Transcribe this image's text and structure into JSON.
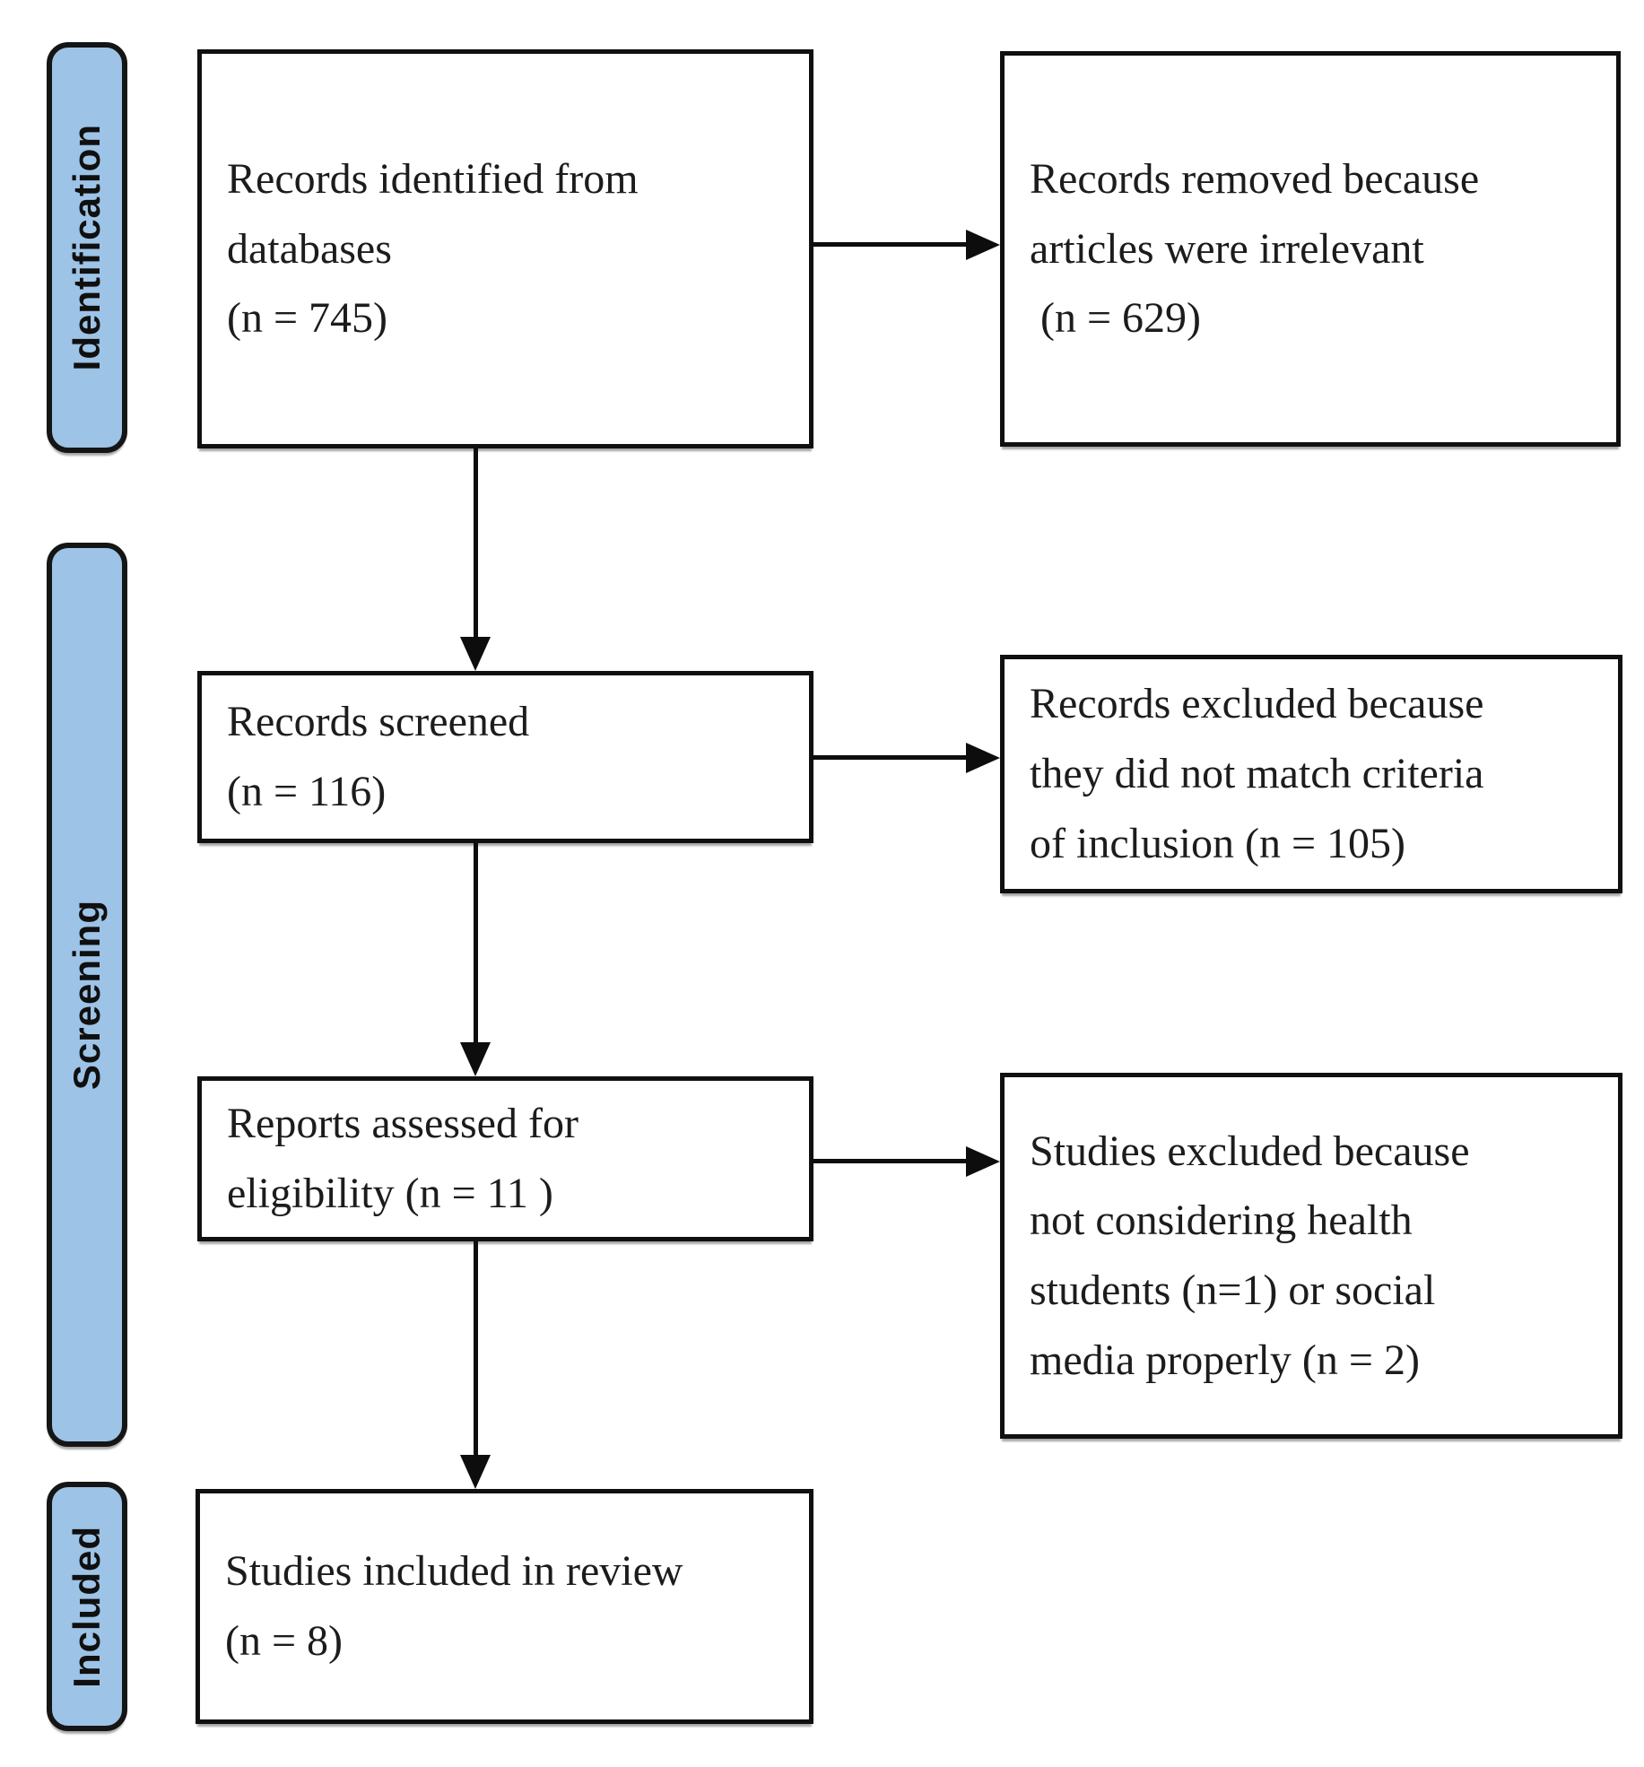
{
  "stages": [
    {
      "label": "Identification"
    },
    {
      "label": "Screening"
    },
    {
      "label": "Included"
    }
  ],
  "boxes": {
    "identified": {
      "text": "Records identified from\ndatabases\n(n = 745)"
    },
    "removed": {
      "text": "Records removed because\narticles were irrelevant\n (n = 629)"
    },
    "screened": {
      "text": "Records screened\n(n = 116)"
    },
    "excluded_criteria": {
      "text": "Records excluded because\nthey did not match criteria\nof inclusion (n = 105)"
    },
    "assessed": {
      "text": "Reports assessed for\neligibility (n = 11 )"
    },
    "excluded_studies": {
      "text": "Studies excluded because\nnot considering health\nstudents (n=1) or social\nmedia properly (n = 2)"
    },
    "included": {
      "text": "Studies included in review\n(n = 8)"
    }
  },
  "colors": {
    "stage_fill": "#9DC3E6",
    "line": "#111111",
    "background": "#FFFFFF"
  }
}
